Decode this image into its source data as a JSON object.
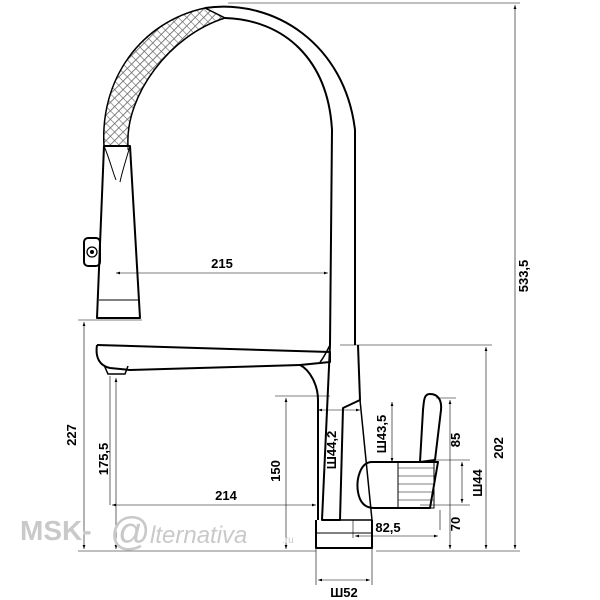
{
  "dimensions": {
    "height_total": "533,5",
    "reach_hose": "215",
    "height_base": "227",
    "height_outlet": "175,5",
    "reach_spout": "214",
    "height_150": "150",
    "dia_body": "Ш44,2",
    "dia_lever": "Ш43,5",
    "lever_85": "85",
    "lever_70": "70",
    "dia_side": "Ш44",
    "height_202": "202",
    "lever_offset": "82,5",
    "dia_base": "Ш52"
  },
  "watermark": {
    "brand": "MSK-",
    "at": "@",
    "rest": "lternativa",
    "tld": ".ru"
  }
}
